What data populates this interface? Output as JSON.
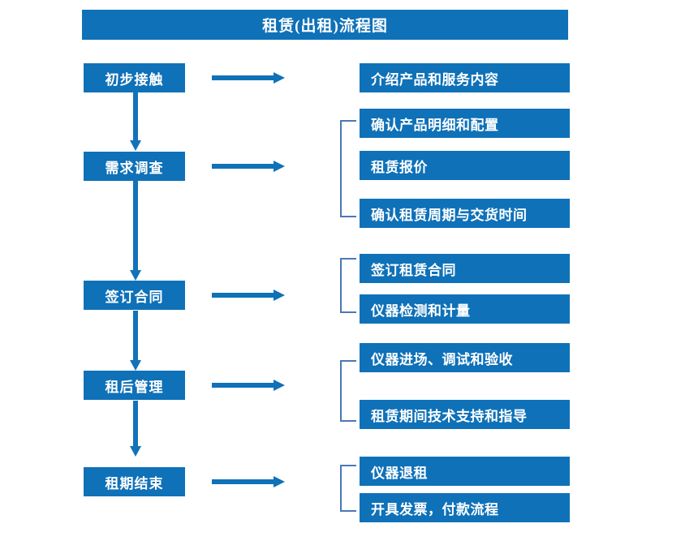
{
  "title": "租赁(出租)流程图",
  "theme": {
    "box_fill": "#0f71b8",
    "box_text": "#ffffff",
    "arrow": "#0f71b8",
    "bracket": "#4a78b8",
    "background": "#ffffff"
  },
  "stages": [
    {
      "label": "初步接触"
    },
    {
      "label": "需求调查"
    },
    {
      "label": "签订合同"
    },
    {
      "label": "租后管理"
    },
    {
      "label": "租期结束"
    }
  ],
  "details": {
    "contact": [
      "介绍产品和服务内容"
    ],
    "survey": [
      "确认产品明细和配置",
      "租赁报价",
      "确认租赁周期与交货时间"
    ],
    "contract": [
      "签订租赁合同",
      "仪器检测和计量"
    ],
    "management": [
      "仪器进场、调试和验收",
      "租赁期间技术支持和指导"
    ],
    "end": [
      "仪器退租",
      "开具发票，付款流程"
    ]
  }
}
